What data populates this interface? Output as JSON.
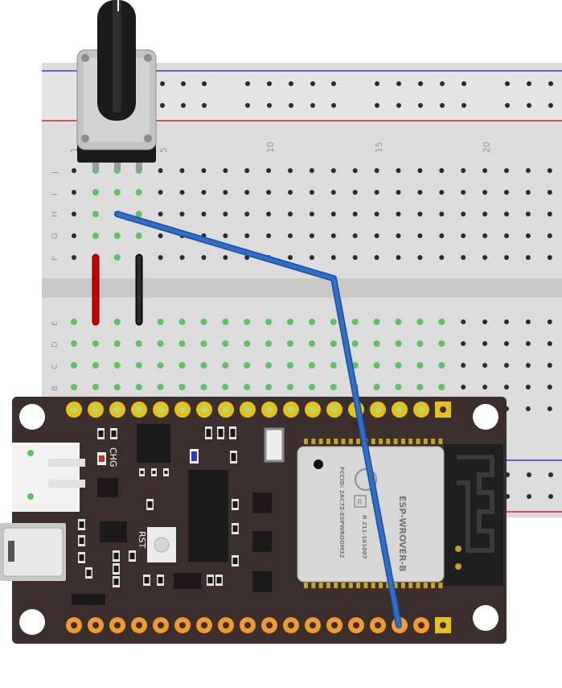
{
  "breadboard": {
    "column_numbers": [
      "1",
      "5",
      "10",
      "15",
      "20"
    ],
    "top_rows": [
      "J",
      "I",
      "H",
      "G",
      "F"
    ],
    "bottom_rows": [
      "E",
      "D",
      "C",
      "B"
    ]
  },
  "potentiometer": {
    "name": "rotary potentiometer"
  },
  "esp32_board": {
    "chg_label": "CHG",
    "rst_label": "RST",
    "module": {
      "model": "ESP-WROVER-B",
      "fcc_id": "FCCID: 2AC7Z-ESPWROOM32",
      "certification": "R 211-161007"
    }
  },
  "colors": {
    "breadboard": "#dcdcdc",
    "rail_red": "#d22222",
    "rail_blue": "#2a3cd0",
    "connected_hole": "#5ec35e",
    "pcb": "#3a2f2c",
    "header_pad": "#e8c01a",
    "header_pad_orange": "#f39a2e",
    "wire_red": "#cc0000",
    "wire_black": "#111111",
    "wire_blue": "#2f6fc8"
  }
}
